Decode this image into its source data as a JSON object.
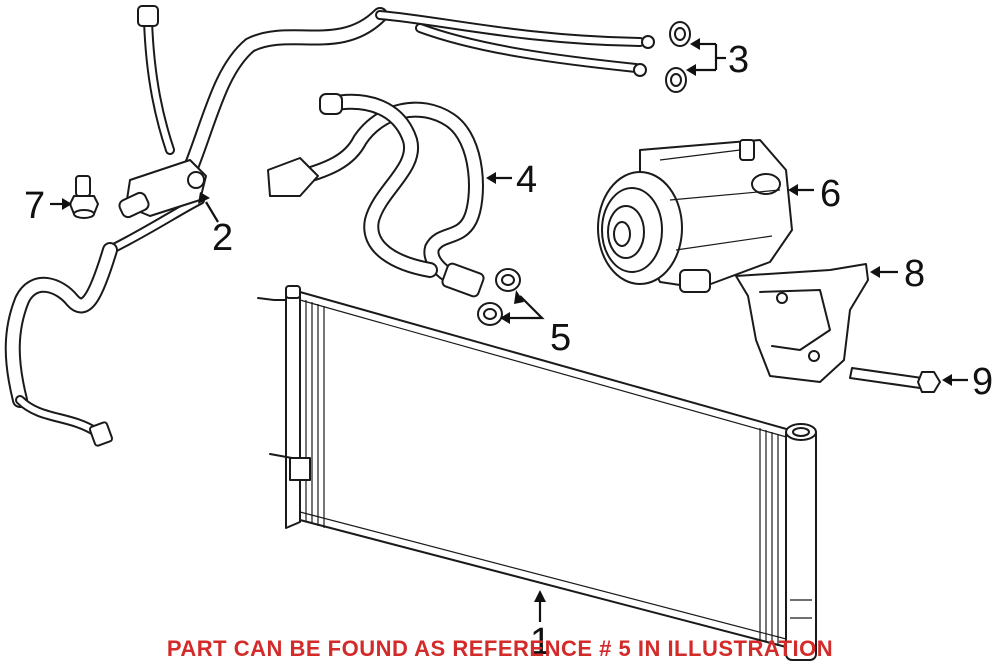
{
  "callouts": [
    {
      "id": "1",
      "label": "1"
    },
    {
      "id": "2",
      "label": "2"
    },
    {
      "id": "3",
      "label": "3"
    },
    {
      "id": "4",
      "label": "4"
    },
    {
      "id": "5",
      "label": "5"
    },
    {
      "id": "6",
      "label": "6"
    },
    {
      "id": "7",
      "label": "7"
    },
    {
      "id": "8",
      "label": "8"
    },
    {
      "id": "9",
      "label": "9"
    }
  ],
  "caption": "PART CAN BE FOUND AS REFERENCE # 5 IN ILLUSTRATION",
  "colors": {
    "caption": "#d32a2a",
    "line_art": "#1a1a1a",
    "background": "#ffffff"
  }
}
